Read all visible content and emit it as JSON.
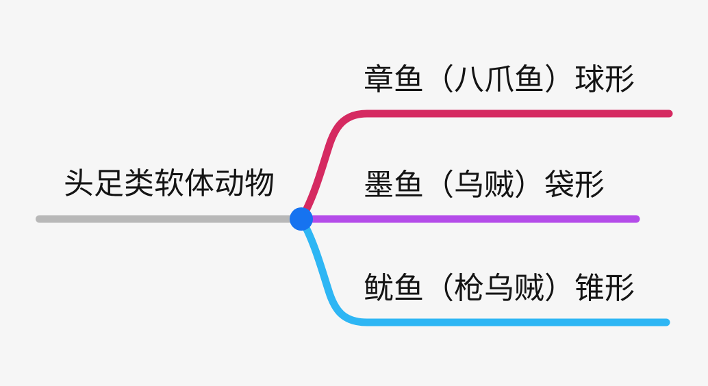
{
  "canvas": {
    "background_color": "#f6f6f6",
    "text_color": "#141414"
  },
  "mindmap": {
    "root": {
      "label": "头足类软体动物",
      "line_color": "#b8b8b8",
      "node_dot_color": "#1673f0"
    },
    "branches": [
      {
        "label": "章鱼（八爪鱼）球形",
        "color": "#d52a61"
      },
      {
        "label": "墨鱼（乌贼）袋形",
        "color": "#b44ce9"
      },
      {
        "label": "鱿鱼（枪乌贼）锥形",
        "color": "#2eb6f4"
      }
    ]
  }
}
